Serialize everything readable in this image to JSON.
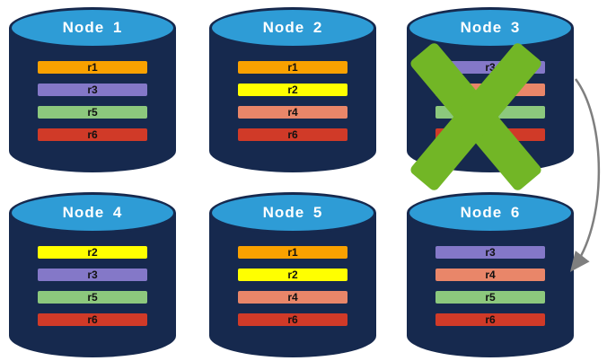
{
  "diagram": {
    "description": "Six database nodes holding replica partitions; Node 3 failed (green X) and its replicas move to Node 6"
  },
  "nodes": [
    {
      "title": "Node 1",
      "replicas": [
        {
          "label": "r1",
          "color": "#F9A100"
        },
        {
          "label": "r3",
          "color": "#8478C8"
        },
        {
          "label": "r5",
          "color": "#8CC87D"
        },
        {
          "label": "r6",
          "color": "#D03A28"
        }
      ]
    },
    {
      "title": "Node 2",
      "replicas": [
        {
          "label": "r1",
          "color": "#F9A100"
        },
        {
          "label": "r2",
          "color": "#FFFF00"
        },
        {
          "label": "r4",
          "color": "#E98669"
        },
        {
          "label": "r6",
          "color": "#D03A28"
        }
      ]
    },
    {
      "title": "Node 3",
      "failed": true,
      "replicas": [
        {
          "label": "r3",
          "color": "#8478C8"
        },
        {
          "label": "r4",
          "color": "#E98669"
        },
        {
          "label": "r5",
          "color": "#8CC87D"
        },
        {
          "label": "r6",
          "color": "#D03A28"
        }
      ]
    },
    {
      "title": "Node 4",
      "replicas": [
        {
          "label": "r2",
          "color": "#FFFF00"
        },
        {
          "label": "r3",
          "color": "#8478C8"
        },
        {
          "label": "r5",
          "color": "#8CC87D"
        },
        {
          "label": "r6",
          "color": "#D03A28"
        }
      ]
    },
    {
      "title": "Node 5",
      "replicas": [
        {
          "label": "r1",
          "color": "#F9A100"
        },
        {
          "label": "r2",
          "color": "#FFFF00"
        },
        {
          "label": "r4",
          "color": "#E98669"
        },
        {
          "label": "r6",
          "color": "#D03A28"
        }
      ]
    },
    {
      "title": "Node 6",
      "replicas": [
        {
          "label": "r3",
          "color": "#8478C8"
        },
        {
          "label": "r4",
          "color": "#E98669"
        },
        {
          "label": "r5",
          "color": "#8CC87D"
        },
        {
          "label": "r6",
          "color": "#D03A28"
        }
      ]
    }
  ],
  "failure": {
    "node": "Node 3",
    "marker": "green-x",
    "color": "#72B626"
  },
  "arrow_annotation": {
    "from": "Node 3",
    "to": "Node 6",
    "color": "#7F7F7F"
  },
  "colors": {
    "cylinder_body": "#16294E",
    "cylinder_top": "#2E9CD6",
    "node_title_text": "#FFFFFF"
  }
}
